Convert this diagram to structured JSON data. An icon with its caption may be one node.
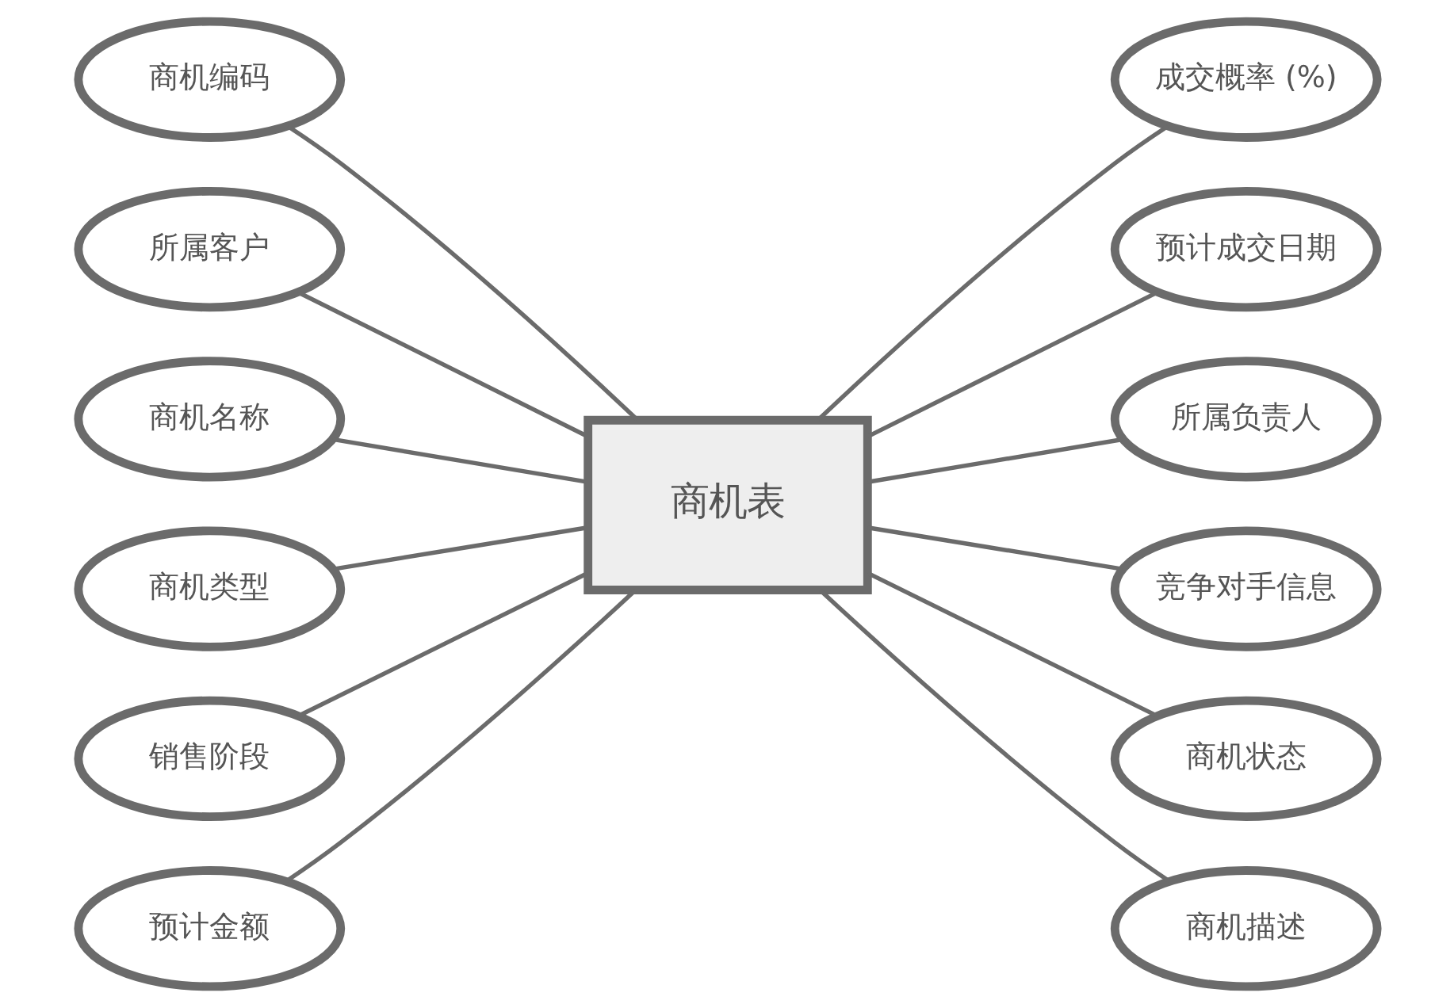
{
  "diagram": {
    "nodes": [
      {
        "text": [
          "商机编码"
        ]
      },
      {
        "text": [
          "所属客户"
        ]
      },
      {
        "text": [
          "商机名称"
        ]
      },
      {
        "text": [
          "商机类型"
        ]
      },
      {
        "text": [
          "销售阶段"
        ]
      },
      {
        "text": [
          "预计金额"
        ]
      },
      {
        "text": [
          "商机表"
        ]
      },
      {
        "text": [
          "成交概率 (%)"
        ]
      },
      {
        "text": [
          "预计成交日期"
        ]
      },
      {
        "text": [
          "所属负责人"
        ]
      },
      {
        "text": [
          "竞争对手信息"
        ]
      },
      {
        "text": [
          "商机状态"
        ]
      },
      {
        "text": [
          "商机描述"
        ]
      }
    ],
    "edges": [
      {
        "from": 0,
        "to": 6,
        "arrow": "none"
      },
      {
        "from": 1,
        "to": 6,
        "arrow": "none"
      },
      {
        "from": 2,
        "to": 6,
        "arrow": "none"
      },
      {
        "from": 3,
        "to": 6,
        "arrow": "none"
      },
      {
        "from": 4,
        "to": 6,
        "arrow": "none"
      },
      {
        "from": 5,
        "to": 6,
        "arrow": "none"
      },
      {
        "from": 6,
        "to": 7,
        "arrow": "none"
      },
      {
        "from": 6,
        "to": 8,
        "arrow": "none"
      },
      {
        "from": 6,
        "to": 9,
        "arrow": "none"
      },
      {
        "from": 6,
        "to": 10,
        "arrow": "none"
      },
      {
        "from": 6,
        "to": 11,
        "arrow": "none"
      },
      {
        "from": 6,
        "to": 12,
        "arrow": "none"
      }
    ]
  }
}
